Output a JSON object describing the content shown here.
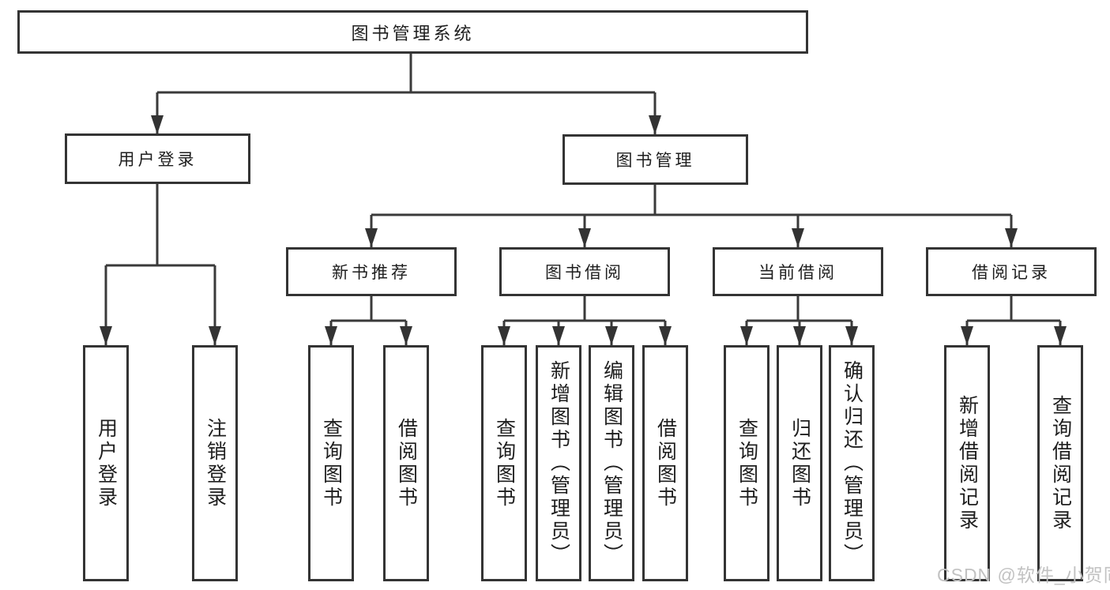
{
  "diagram": {
    "root": {
      "label": "图书管理系统"
    },
    "level2": [
      {
        "label": "用户登录"
      },
      {
        "label": "图书管理"
      }
    ],
    "level3": [
      {
        "label": "新书推荐",
        "parent": "图书管理"
      },
      {
        "label": "图书借阅",
        "parent": "图书管理"
      },
      {
        "label": "当前借阅",
        "parent": "图书管理"
      },
      {
        "label": "借阅记录",
        "parent": "图书管理"
      }
    ],
    "leaves": [
      {
        "label": "用户登录",
        "parent": "用户登录"
      },
      {
        "label": "注销登录",
        "parent": "用户登录"
      },
      {
        "label": "查询图书",
        "parent": "新书推荐"
      },
      {
        "label": "借阅图书",
        "parent": "新书推荐"
      },
      {
        "label": "查询图书",
        "parent": "图书借阅"
      },
      {
        "label": "新增图书（管理员）",
        "parent": "图书借阅"
      },
      {
        "label": "编辑图书（管理员）",
        "parent": "图书借阅"
      },
      {
        "label": "借阅图书",
        "parent": "图书借阅"
      },
      {
        "label": "查询图书",
        "parent": "当前借阅"
      },
      {
        "label": "归还图书",
        "parent": "当前借阅"
      },
      {
        "label": "确认归还（管理员）",
        "parent": "当前借阅"
      },
      {
        "label": "新增借阅记录",
        "parent": "借阅记录"
      },
      {
        "label": "查询借阅记录",
        "parent": "借阅记录"
      }
    ]
  },
  "watermark": {
    "text": "CSDN @软件_小贺同学",
    "color": "#c2c2c2"
  },
  "colors": {
    "line": "#3a3a3a",
    "arrow": "#333333",
    "box_border": "#343434",
    "text": "#1e1e1e",
    "background": "#ffffff"
  }
}
